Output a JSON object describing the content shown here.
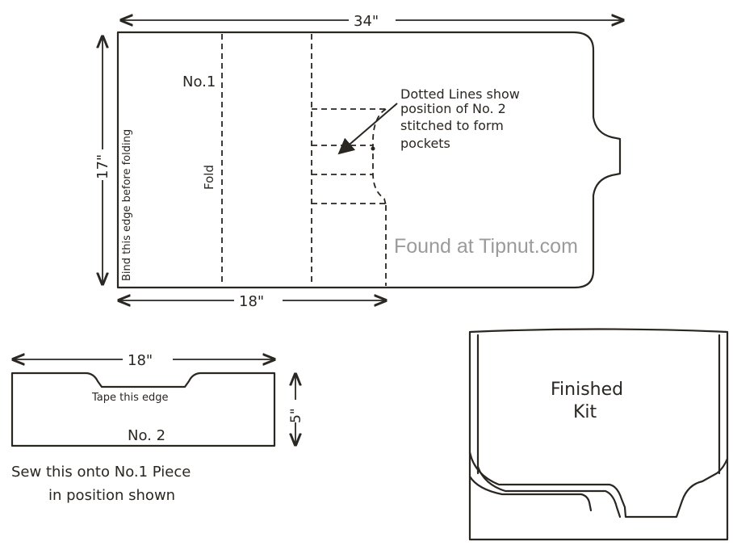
{
  "piece1": {
    "width_label": "34\"",
    "height_label": "17\"",
    "partial_width_label": "18\"",
    "name": "No.1",
    "fold_label": "Fold",
    "bind_label": "Bind this edge before folding",
    "note_lines": [
      "Dotted Lines show",
      "position of No. 2",
      "stitched to form",
      "pockets"
    ]
  },
  "piece2": {
    "width_label": "18\"",
    "height_label": "5\"",
    "tape_label": "Tape this edge",
    "name": "No. 2",
    "caption_lines": [
      "Sew this onto No.1 Piece",
      "in position shown"
    ]
  },
  "finished": {
    "title_lines": [
      "Finished",
      "Kit"
    ]
  },
  "watermark": "Found at Tipnut.com",
  "colors": {
    "ink": "#2a2622",
    "watermark": "#9b9b9b",
    "paper": "#ffffff"
  }
}
